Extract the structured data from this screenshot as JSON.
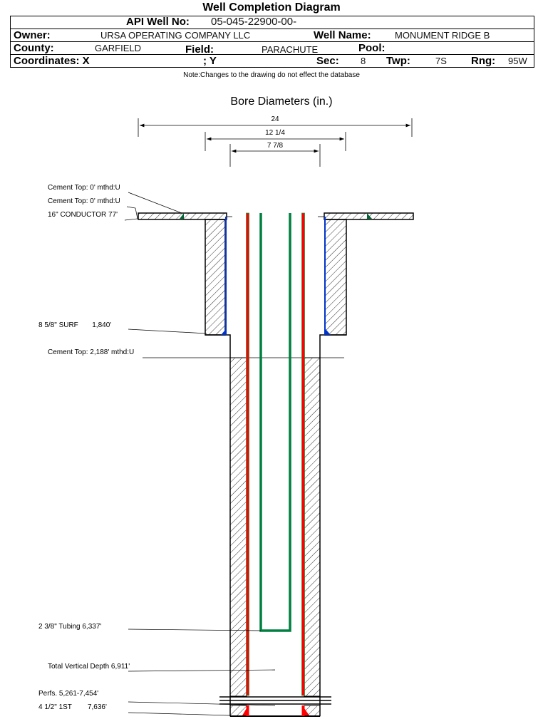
{
  "title": "Well Completion Diagram",
  "header": {
    "api_label": "API Well No:",
    "api_value": "05-045-22900-00-",
    "owner_label": "Owner:",
    "owner_value": "URSA OPERATING COMPANY LLC",
    "well_name_label": "Well Name:",
    "well_name_value": "MONUMENT RIDGE B",
    "county_label": "County:",
    "county_value": "GARFIELD",
    "field_label": "Field:",
    "field_value": "PARACHUTE",
    "pool_label": "Pool:",
    "coord_x_label": "Coordinates: X",
    "coord_y_label": "; Y",
    "sec_label": "Sec:",
    "sec_value": "8",
    "twp_label": "Twp:",
    "twp_value": "7S",
    "rng_label": "Rng:",
    "rng_value": "95W"
  },
  "note": "Note:Changes to the drawing do not effect the database",
  "bore_title": "Bore Diameters (in.)",
  "dimensions": [
    "24",
    "12 1/4",
    "7 7/8"
  ],
  "labels": {
    "cement_top_1": "Cement Top: 0' mthd:U",
    "cement_top_2": "Cement Top: 0' mthd:U",
    "conductor": "16\" CONDUCTOR  77'",
    "surface": "8 5/8\" SURF       1,840'",
    "cement_top_3": "Cement Top: 2,188' mthd:U",
    "tubing": "2 3/8\" Tubing 6,337'",
    "tvd": "Total Vertical Depth 6,911'",
    "perfs": "Perfs. 5,261-7,454'",
    "production": "4 1/2\" 1ST        7,636'"
  },
  "colors": {
    "production_casing": "#ff0000",
    "tubing": "#008040",
    "surface_casing": "#0033cc"
  }
}
